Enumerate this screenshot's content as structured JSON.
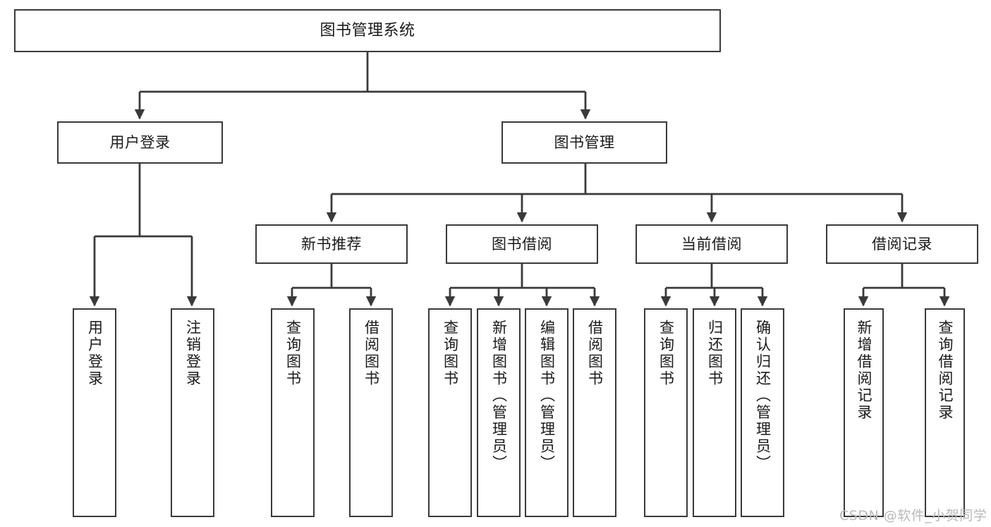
{
  "diagram": {
    "type": "tree",
    "title": "图书管理系统",
    "theme": {
      "background": "#ffffff",
      "box_border": "#3a3a3a",
      "box_fill": "#ffffff",
      "text": "#1a1a1a",
      "edge": "#3a3a3a",
      "watermark": "#b9b9b9"
    },
    "root": {
      "label": "图书管理系统"
    },
    "level2": [
      {
        "label": "用户登录"
      },
      {
        "label": "图书管理"
      }
    ],
    "level3": [
      {
        "label": "新书推荐"
      },
      {
        "label": "图书借阅"
      },
      {
        "label": "当前借阅"
      },
      {
        "label": "借阅记录"
      }
    ],
    "leaves": {
      "user_login": [
        {
          "label": "用户登录"
        },
        {
          "label": "注销登录"
        }
      ],
      "new_book": [
        {
          "label": "查询图书"
        },
        {
          "label": "借阅图书"
        }
      ],
      "book_borrow": [
        {
          "label": "查询图书"
        },
        {
          "label": "新增图书（管理员）"
        },
        {
          "label": "编辑图书（管理员）"
        },
        {
          "label": "借阅图书"
        }
      ],
      "current_borrow": [
        {
          "label": "查询图书"
        },
        {
          "label": "归还图书"
        },
        {
          "label": "确认归还（管理员）"
        }
      ],
      "borrow_record": [
        {
          "label": "新增借阅记录"
        },
        {
          "label": "查询借阅记录"
        }
      ]
    }
  },
  "watermark": {
    "text": "CSDN @软件_小贺同学"
  }
}
